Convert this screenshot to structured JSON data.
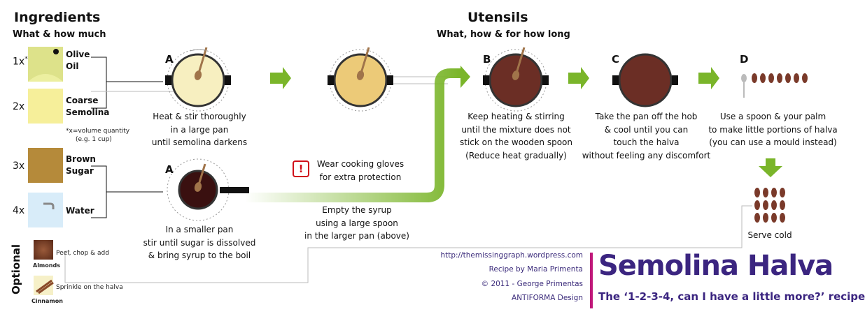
{
  "ingredients": {
    "title": "Ingredients",
    "subtitle": "What & how much",
    "items": [
      {
        "mult": "1x",
        "mark": "*",
        "name1": "Olive",
        "name2": "Oil"
      },
      {
        "mult": "2x",
        "name1": "Coarse",
        "name2": "Semolina"
      },
      {
        "mult": "3x",
        "name1": "Brown",
        "name2": "Sugar"
      },
      {
        "mult": "4x",
        "name1": "Water",
        "name2": ""
      }
    ],
    "footnote1": "*x=volume quantity",
    "footnote2": "(e.g. 1 cup)",
    "optional_label": "Optional",
    "optional_items": [
      {
        "name": "Almonds",
        "action": "Peel, chop & add"
      },
      {
        "name": "Cinnamon",
        "action": "Sprinkle on the halva"
      }
    ]
  },
  "utensils": {
    "title": "Utensils",
    "subtitle": "What, how & for how long"
  },
  "steps": {
    "a_top": {
      "letter": "A",
      "line1": "Heat & stir thoroughly",
      "line2": "in a large pan",
      "line3": "until semolina darkens"
    },
    "a_bottom": {
      "letter": "A",
      "line1": "In a smaller pan",
      "line2": "stir until sugar is dissolved",
      "line3": "& bring syrup to the boil"
    },
    "warning": {
      "icon": "!",
      "line1": "Wear cooking gloves",
      "line2": "for extra protection"
    },
    "syrup": {
      "line1": "Empty the syrup",
      "line2": "using a large spoon",
      "line3": "in the larger pan (above)"
    },
    "b": {
      "letter": "B",
      "line1": "Keep heating & stirring",
      "line2": "until the mixture does not",
      "line3": "stick on the wooden spoon",
      "line4": "(Reduce heat gradually)"
    },
    "c": {
      "letter": "C",
      "line1": "Take the pan off the hob",
      "line2": "& cool until you can",
      "line3": "touch the halva",
      "line4": "without feeling any discomfort"
    },
    "d": {
      "letter": "D",
      "line1": "Use a spoon & your palm",
      "line2": "to make little portions of halva",
      "line3": "(you can use a mould instead)"
    },
    "serve": {
      "label": "Serve cold"
    }
  },
  "credits": {
    "url": "http://themissinggraph.wordpress.com",
    "recipe": "Recipe by Maria Primenta",
    "copyright": "© 2011 - George Primentas",
    "design": "ANTIFORMA Design"
  },
  "title": {
    "main": "Semolina Halva",
    "sub": "The ‘1-2-3-4, can I have a little more?’ recipe"
  },
  "colors": {
    "green": "#7ab52a",
    "purple": "#3b2580",
    "halva": "#6b2e25",
    "syrup": "#3a1010",
    "semolina_light": "#f7efc0",
    "semolina_mid": "#ecca78",
    "warning_red": "#d0101a"
  }
}
